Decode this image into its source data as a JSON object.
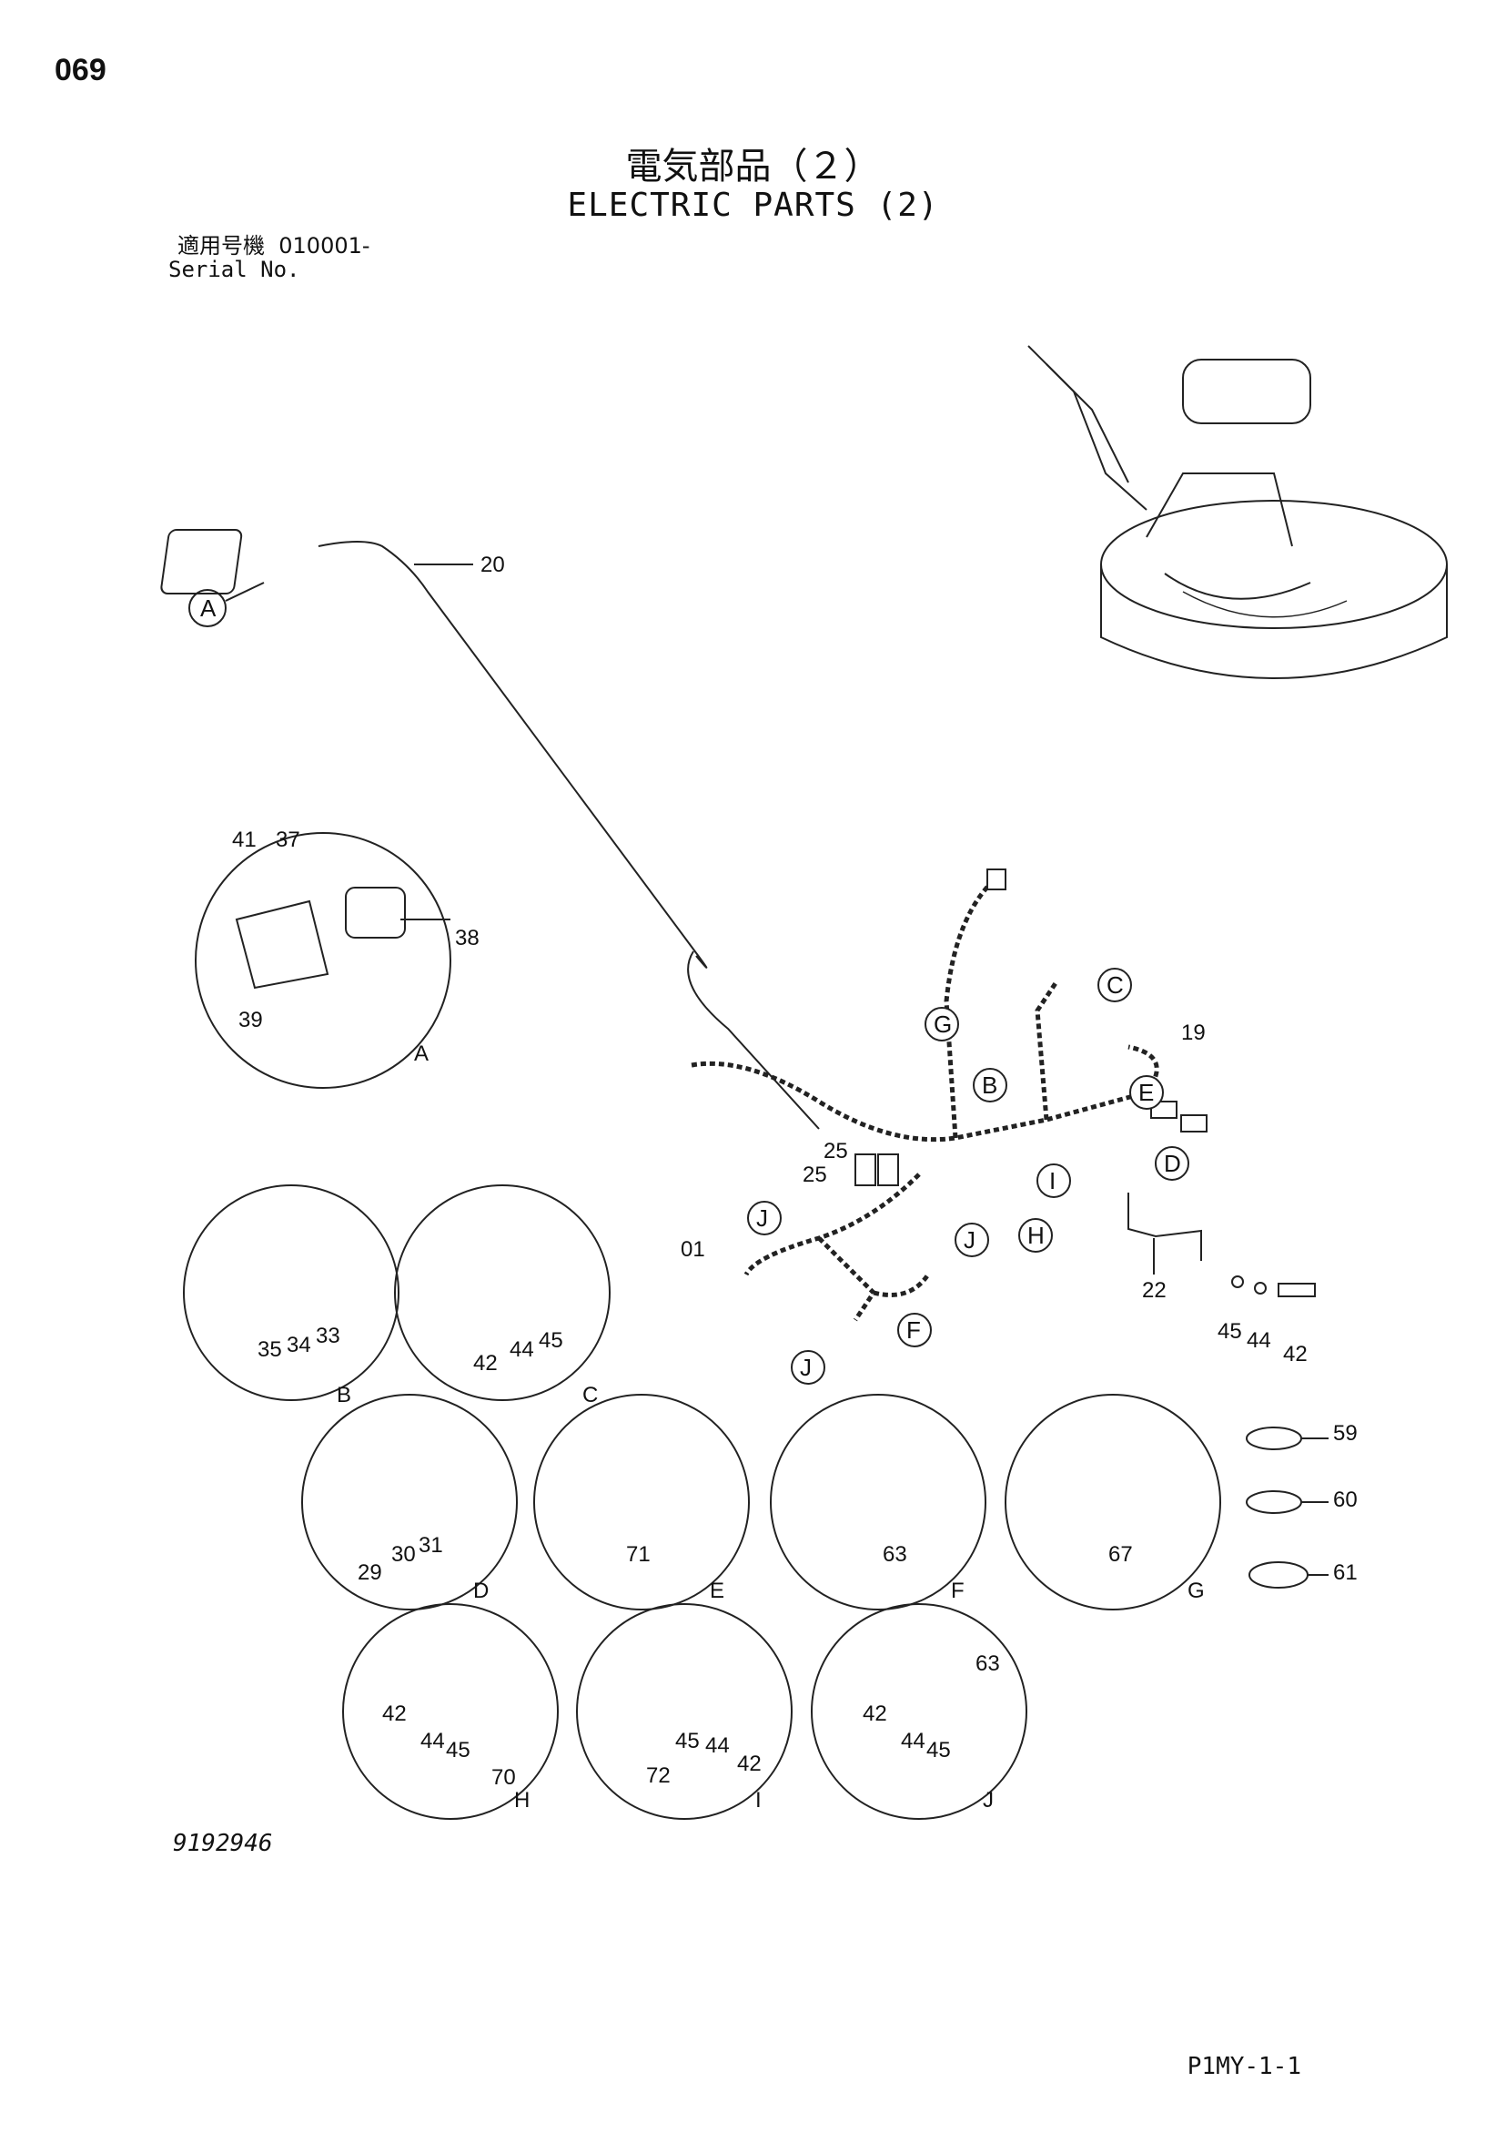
{
  "header": {
    "page_code": "069",
    "title_jp": "電気部品（２）",
    "title_en": "ELECTRIC PARTS (2)",
    "serial_label_jp": "適用号機",
    "serial_value": "010001-",
    "serial_label_en": "Serial No."
  },
  "footer": {
    "drawing_number": "9192946",
    "page_ref": "P1MY-1-1"
  },
  "detail_circles": [
    {
      "letter": "A",
      "parts": [
        "41",
        "37",
        "38",
        "39"
      ]
    },
    {
      "letter": "B",
      "parts": [
        "35",
        "34",
        "33"
      ]
    },
    {
      "letter": "C",
      "parts": [
        "42",
        "44",
        "45"
      ]
    },
    {
      "letter": "D",
      "parts": [
        "29",
        "30",
        "31"
      ]
    },
    {
      "letter": "E",
      "parts": [
        "71"
      ]
    },
    {
      "letter": "F",
      "parts": [
        "63"
      ]
    },
    {
      "letter": "G",
      "parts": [
        "67"
      ]
    },
    {
      "letter": "H",
      "parts": [
        "42",
        "44",
        "45",
        "70"
      ]
    },
    {
      "letter": "I",
      "parts": [
        "72",
        "45",
        "44",
        "42"
      ]
    },
    {
      "letter": "J",
      "parts": [
        "42",
        "44",
        "45",
        "63"
      ]
    }
  ],
  "main_callouts": [
    "20",
    "19",
    "25",
    "25",
    "01",
    "22",
    "45",
    "44",
    "42",
    "59",
    "60",
    "61"
  ],
  "harness_markers": [
    "A",
    "G",
    "C",
    "B",
    "E",
    "I",
    "D",
    "H",
    "J",
    "J",
    "F",
    "J"
  ],
  "icons": {
    "work_light": "work-light-icon",
    "harness": "wire-harness-icon",
    "machine": "excavator-overview-icon"
  }
}
